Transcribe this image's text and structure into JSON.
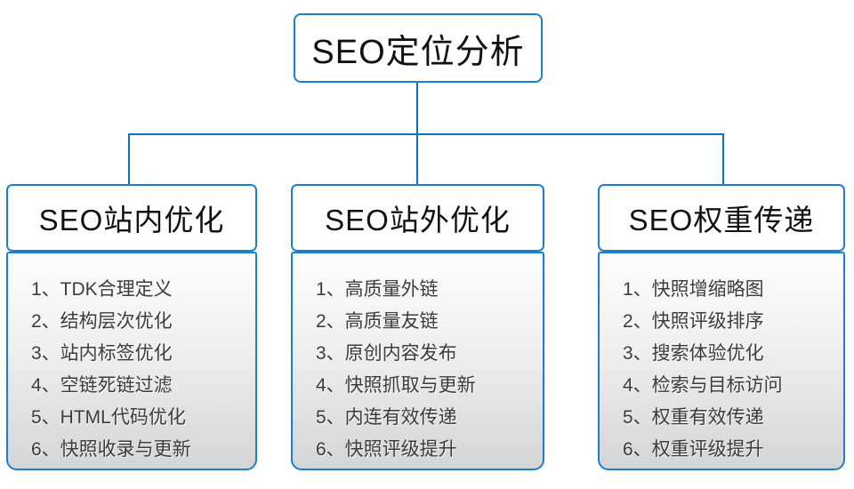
{
  "diagram": {
    "root": {
      "label": "SEO定位分析"
    },
    "columns": [
      {
        "header": "SEO站内优化",
        "items": [
          "1、TDK合理定义",
          "2、结构层次优化",
          "3、站内标签优化",
          "4、空链死链过滤",
          "5、HTML代码优化",
          "6、快照收录与更新"
        ]
      },
      {
        "header": "SEO站外优化",
        "items": [
          "1、高质量外链",
          "2、高质量友链",
          "3、原创内容发布",
          "4、快照抓取与更新",
          "5、内连有效传递",
          "6、快照评级提升"
        ]
      },
      {
        "header": "SEO权重传递",
        "items": [
          "1、快照增缩略图",
          "2、快照评级排序",
          "3、搜索体验优化",
          "4、检索与目标访问",
          "5、权重有效传递",
          "6、权重评级提升"
        ]
      }
    ],
    "colors": {
      "box_border": "#1b7fd0",
      "connector_line": "#0e6fc1",
      "panel_gradient_top": "#fdfdfd",
      "panel_gradient_bottom": "#d5d5d5",
      "heading_text": "#111111",
      "item_text": "#3c3c3c"
    }
  }
}
